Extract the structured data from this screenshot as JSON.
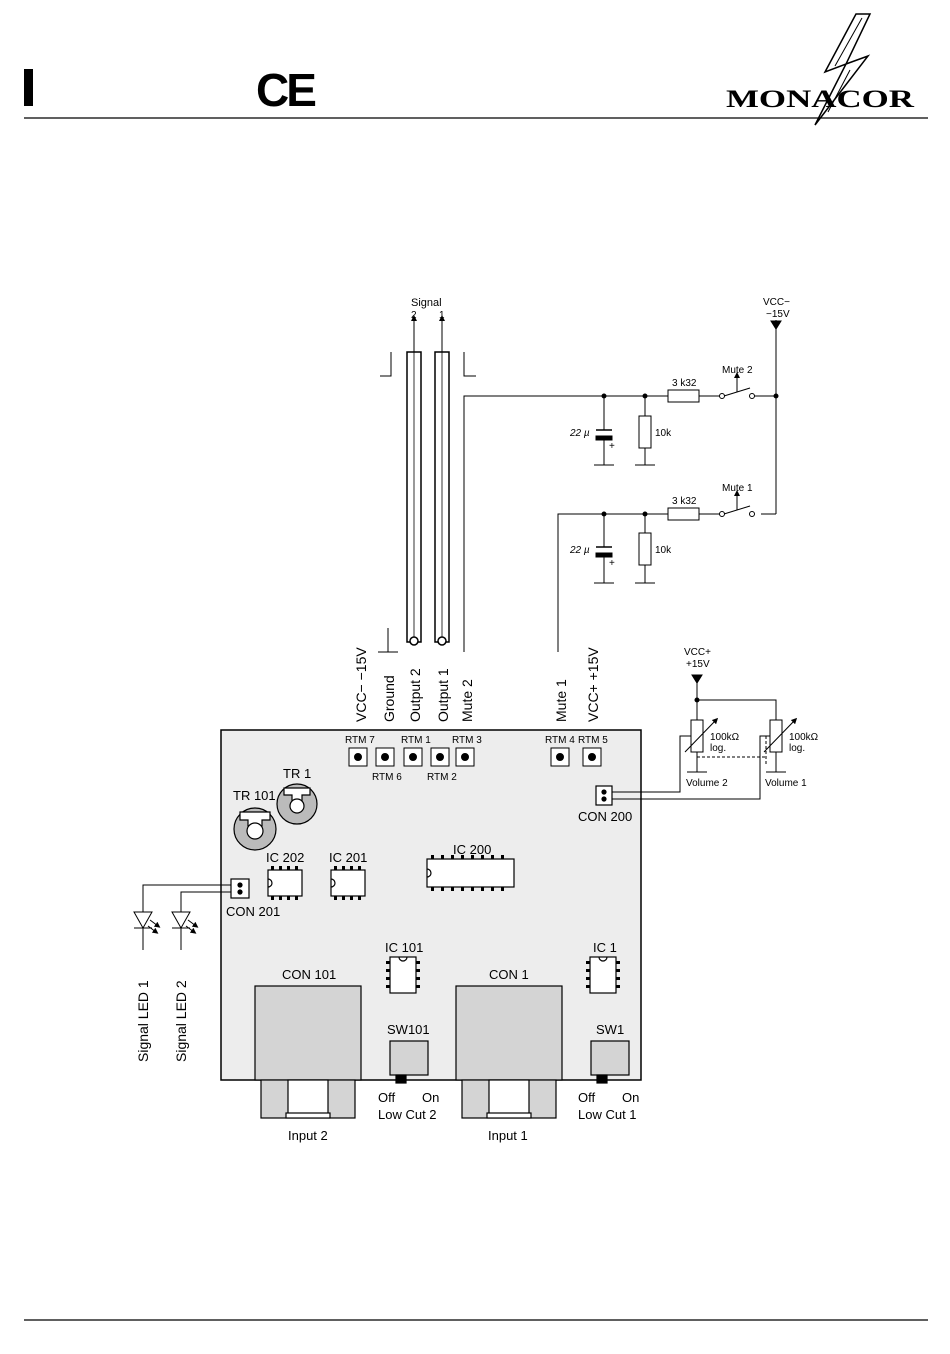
{
  "header": {
    "language_marker": "I",
    "ce_mark": "CE",
    "brand": "MONACOR"
  },
  "schematic": {
    "signal_header": "Signal",
    "signal_2": "2",
    "signal_1": "1",
    "vcc_minus": "VCC−",
    "minus_15v": "−15V",
    "mute2_switch": "Mute 2",
    "mute1_switch": "Mute 1",
    "r_3k32_a": "3 k32",
    "r_3k32_b": "3 k32",
    "r_10k_a": "10k",
    "r_10k_b": "10k",
    "cap_22u_a": "22 µ",
    "cap_22u_b": "22 µ",
    "cap_plus": "+",
    "vcc_plus": "VCC+",
    "plus_15v": "+15V",
    "pot_100k": "100kΩ",
    "pot_log": "log.",
    "volume2": "Volume 2",
    "volume1": "Volume 1"
  },
  "wire_labels": {
    "vcc_minus_15v": "VCC−  −15V",
    "ground": "Ground",
    "output2": "Output 2",
    "output1": "Output 1",
    "mute2": "Mute 2",
    "mute1": "Mute 1",
    "vcc_plus_15v": "VCC+  +15V"
  },
  "board": {
    "rtm7": "RTM 7",
    "rtm1": "RTM 1",
    "rtm3": "RTM 3",
    "rtm6": "RTM 6",
    "rtm2": "RTM 2",
    "rtm4": "RTM 4",
    "rtm5": "RTM 5",
    "tr1": "TR 1",
    "tr101": "TR 101",
    "ic202": "IC 202",
    "ic201": "IC 201",
    "ic200": "IC 200",
    "ic101": "IC 101",
    "ic1": "IC 1",
    "con200": "CON 200",
    "con201": "CON 201",
    "con101": "CON 101",
    "con1": "CON 1",
    "sw101": "SW101",
    "sw1": "SW1"
  },
  "bottom_labels": {
    "off": "Off",
    "on": "On",
    "low_cut_2": "Low Cut 2",
    "low_cut_1": "Low Cut 1",
    "input2": "Input 2",
    "input1": "Input 1"
  },
  "leds": {
    "signal_led_1": "Signal LED 1",
    "signal_led_2": "Signal LED 2"
  }
}
